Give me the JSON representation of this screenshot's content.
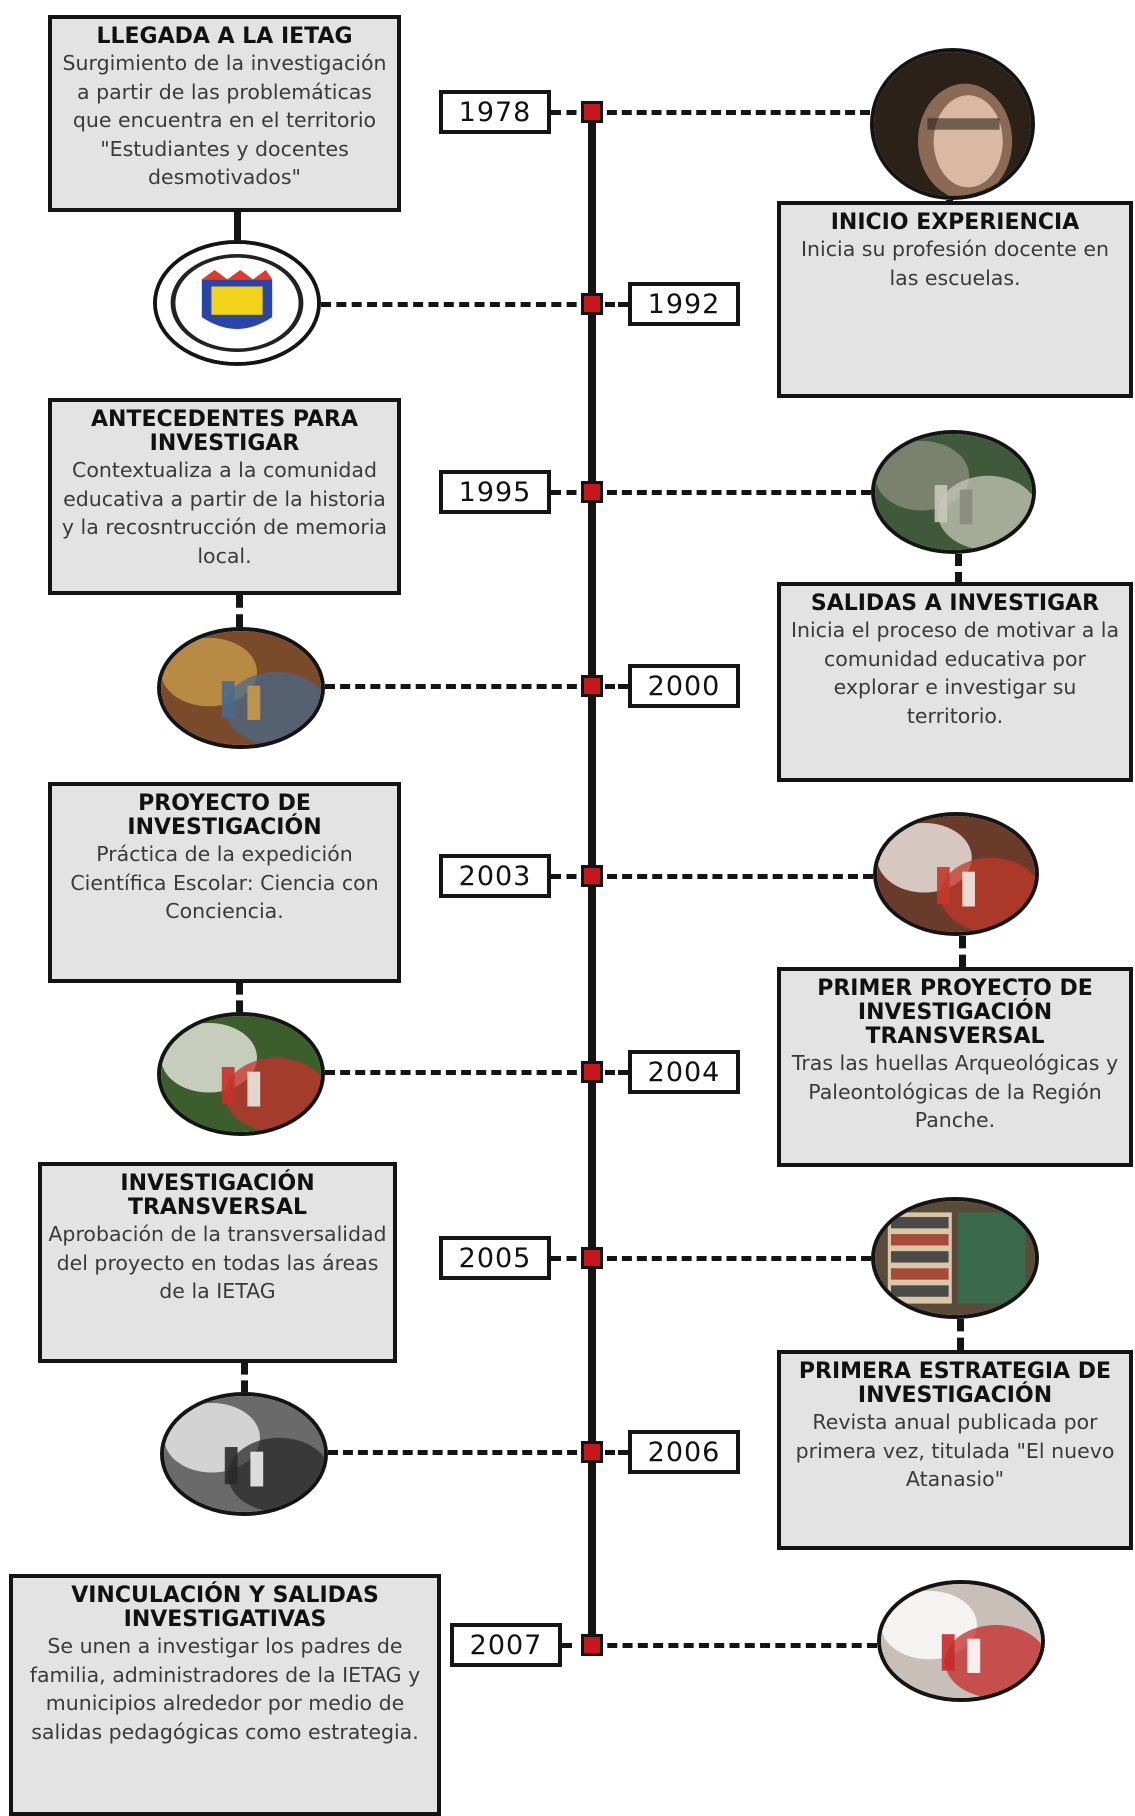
{
  "events": [
    {
      "year": "1978",
      "title": "LLEGADA A LA IETAG",
      "body": "Surgimiento de la investigación a partir de las problemáticas que encuentra en el territorio \"Estudiantes y docentes desmotivados\""
    },
    {
      "year": "1992",
      "title": "INICIO EXPERIENCIA",
      "body": "Inicia su profesión docente en las escuelas."
    },
    {
      "year": "1995",
      "title": "ANTECEDENTES PARA INVESTIGAR",
      "body": "Contextualiza a la comunidad educativa a partir de la historia y la recosntrucción de memoria local."
    },
    {
      "year": "2000",
      "title": "SALIDAS A INVESTIGAR",
      "body": "Inicia el proceso de motivar a la comunidad educativa por explorar e investigar su territorio."
    },
    {
      "year": "2003",
      "title": "PROYECTO DE INVESTIGACIÓN",
      "body": "Práctica de la expedición Científica Escolar: Ciencia con Conciencia."
    },
    {
      "year": "2004",
      "title": "PRIMER PROYECTO DE INVESTIGACIÓN TRANSVERSAL",
      "body": "Tras las huellas Arqueológicas y Paleontológicas de la Región  Panche."
    },
    {
      "year": "2005",
      "title": "INVESTIGACIÓN TRANSVERSAL",
      "body": "Aprobación de la transversalidad del proyecto en todas las áreas de la IETAG"
    },
    {
      "year": "2006",
      "title": "PRIMERA ESTRATEGIA DE INVESTIGACIÓN",
      "body": "Revista anual publicada por primera vez, titulada \"El nuevo Atanasio\""
    },
    {
      "year": "2007",
      "title": "VINCULACIÓN Y SALIDAS INVESTIGATIVAS",
      "body": "Se unen a investigar los padres de familia, administradores de la IETAG y municipios alrededor por medio de salidas pedagógicas como estrategia."
    }
  ],
  "photos": [
    {
      "subject": "portrait-photo",
      "palette": [
        "#2b2118",
        "#8a6a55",
        "#d9b9a4"
      ]
    },
    {
      "subject": "school-emblem-photo",
      "palette": [
        "#ffffff",
        "#e33a2a",
        "#f2d21a",
        "#2a45a8"
      ]
    },
    {
      "subject": "river-rocks-photo",
      "palette": [
        "#3e5a3a",
        "#8a8c7a",
        "#c9c7b8"
      ]
    },
    {
      "subject": "mural-photo",
      "palette": [
        "#7a4a2a",
        "#c99a4a",
        "#4a6a8a"
      ]
    },
    {
      "subject": "poster-presentation-photo",
      "palette": [
        "#6a3a2a",
        "#f1ece6",
        "#c23a2a"
      ]
    },
    {
      "subject": "forest-students-photo",
      "palette": [
        "#3c5e2c",
        "#e8e8e2",
        "#c5312a"
      ]
    },
    {
      "subject": "magazine-collage-photo",
      "palette": [
        "#5a4a3a",
        "#d8c8a8",
        "#3a6a4a"
      ]
    },
    {
      "subject": "group-photo",
      "palette": [
        "#6a6a6a",
        "#eeeeee",
        "#2a2a2a"
      ]
    },
    {
      "subject": "students-group-photo",
      "palette": [
        "#c8c0b8",
        "#ffffff",
        "#c52a2a"
      ]
    }
  ]
}
